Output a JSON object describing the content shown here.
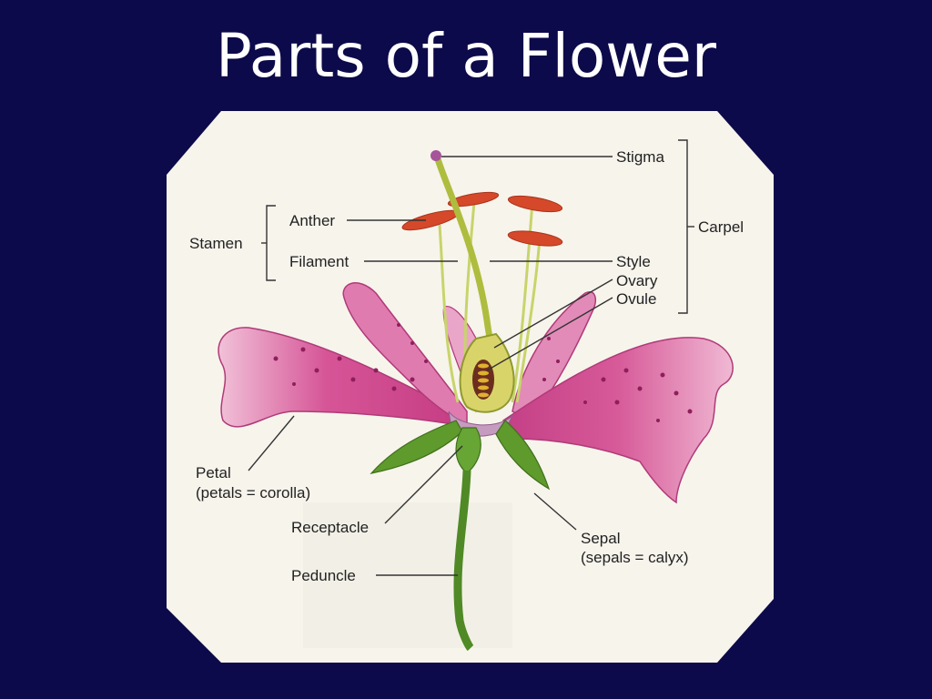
{
  "slide": {
    "title": "Parts of a Flower"
  },
  "diagram": {
    "labels": {
      "stigma": "Stigma",
      "carpel": "Carpel",
      "anther": "Anther",
      "stamen": "Stamen",
      "filament": "Filament",
      "style": "Style",
      "ovary": "Ovary",
      "ovule": "Ovule",
      "petal": "Petal",
      "petal_note": "(petals = corolla)",
      "receptacle": "Receptacle",
      "sepal": "Sepal",
      "sepal_note": "(sepals = calyx)",
      "peduncle": "Peduncle"
    },
    "colors": {
      "background": "#0c0a4a",
      "panel": "#f7f4ec",
      "petal": "#d85a9c",
      "petal_light": "#f3c6dc",
      "sepal": "#5e9a2c",
      "anther": "#d6482a",
      "style": "#b7c94a"
    }
  }
}
